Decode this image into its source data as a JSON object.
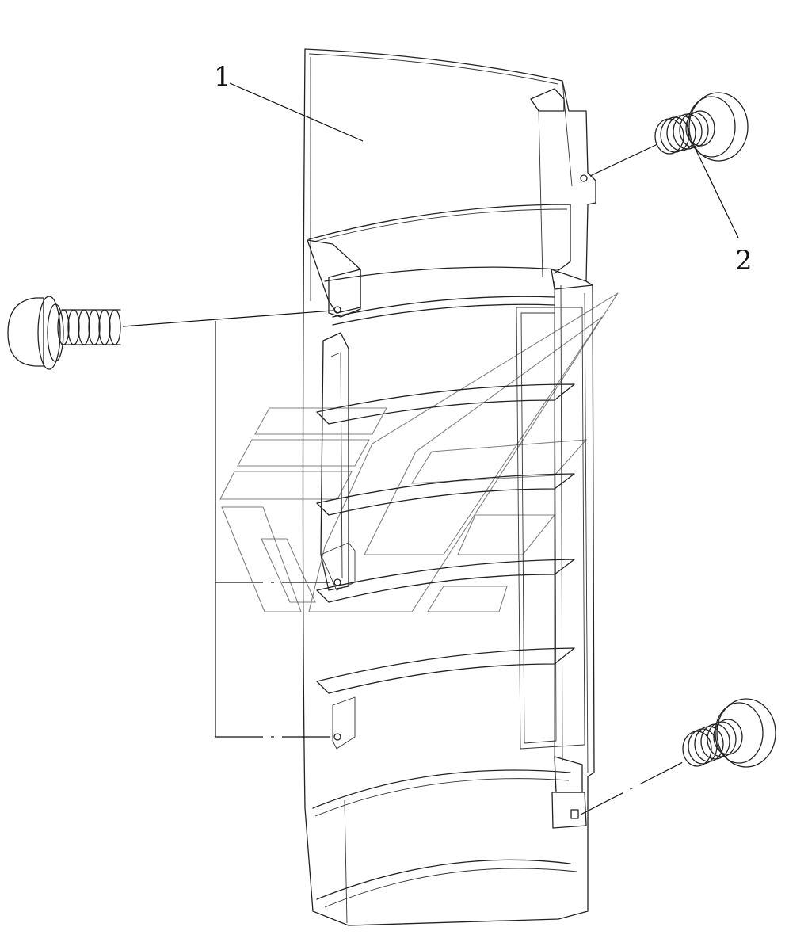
{
  "callouts": {
    "panel": "1",
    "screw": "2"
  },
  "icons": {
    "watermark": "brand-logo-watermark"
  },
  "colors": {
    "line": "#222222",
    "background": "#ffffff"
  }
}
